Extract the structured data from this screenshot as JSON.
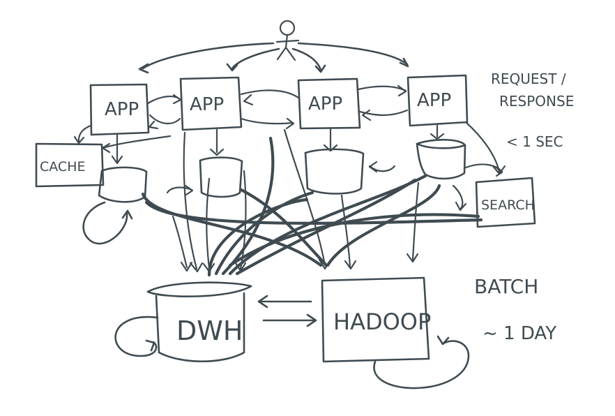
{
  "nodes": {
    "app1": "APP",
    "app2": "APP",
    "app3": "APP",
    "app4": "APP",
    "cache": "CACHE",
    "search": "SEARCH",
    "dwh": "DWH",
    "hadoop": "HADOOP"
  },
  "annotations": {
    "request_response": "REQUEST /",
    "request_response_2": "RESPONSE",
    "under_1_sec": "< 1 SEC",
    "batch": "BATCH",
    "about_1_day": "~ 1 DAY"
  },
  "colors": {
    "ink": "#3f4b51",
    "background": "#ffffff"
  }
}
